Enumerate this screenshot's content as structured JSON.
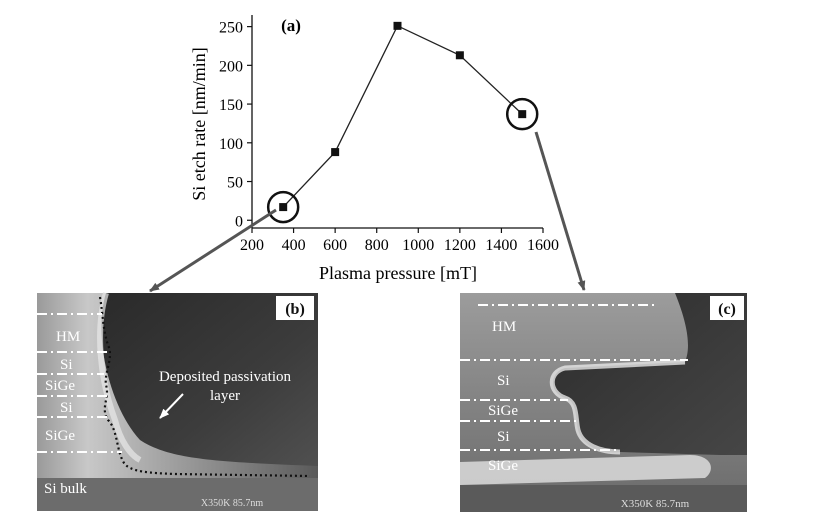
{
  "chart_data": {
    "type": "line",
    "panel_label": "(a)",
    "xlabel": "Plasma pressure [mT]",
    "ylabel": "Si etch rate [nm/min]",
    "xlim": [
      200,
      1600
    ],
    "ylim": [
      -10,
      265
    ],
    "xticks": [
      200,
      400,
      600,
      800,
      1000,
      1200,
      1400,
      1600
    ],
    "yticks": [
      0,
      50,
      100,
      150,
      200,
      250
    ],
    "grid": false,
    "x": [
      350,
      600,
      900,
      1200,
      1500
    ],
    "y": [
      17,
      88,
      251,
      213,
      137
    ],
    "circled_points": [
      0,
      4
    ]
  },
  "panel_b": {
    "label": "(b)",
    "layers": [
      "HM",
      "Si",
      "SiGe",
      "Si",
      "SiGe",
      "Si bulk"
    ],
    "annotation": [
      "Deposited passivation",
      "layer"
    ],
    "scale_text": "X350K  85.7nm"
  },
  "panel_c": {
    "label": "(c)",
    "layers": [
      "HM",
      "Si",
      "SiGe",
      "Si",
      "SiGe"
    ],
    "scale_text": "X350K  85.7nm"
  },
  "colors": {
    "ink": "#111111",
    "arrow": "#555555",
    "sem_dark": "#2e2e2e",
    "sem_light": "#cfcfcf"
  }
}
